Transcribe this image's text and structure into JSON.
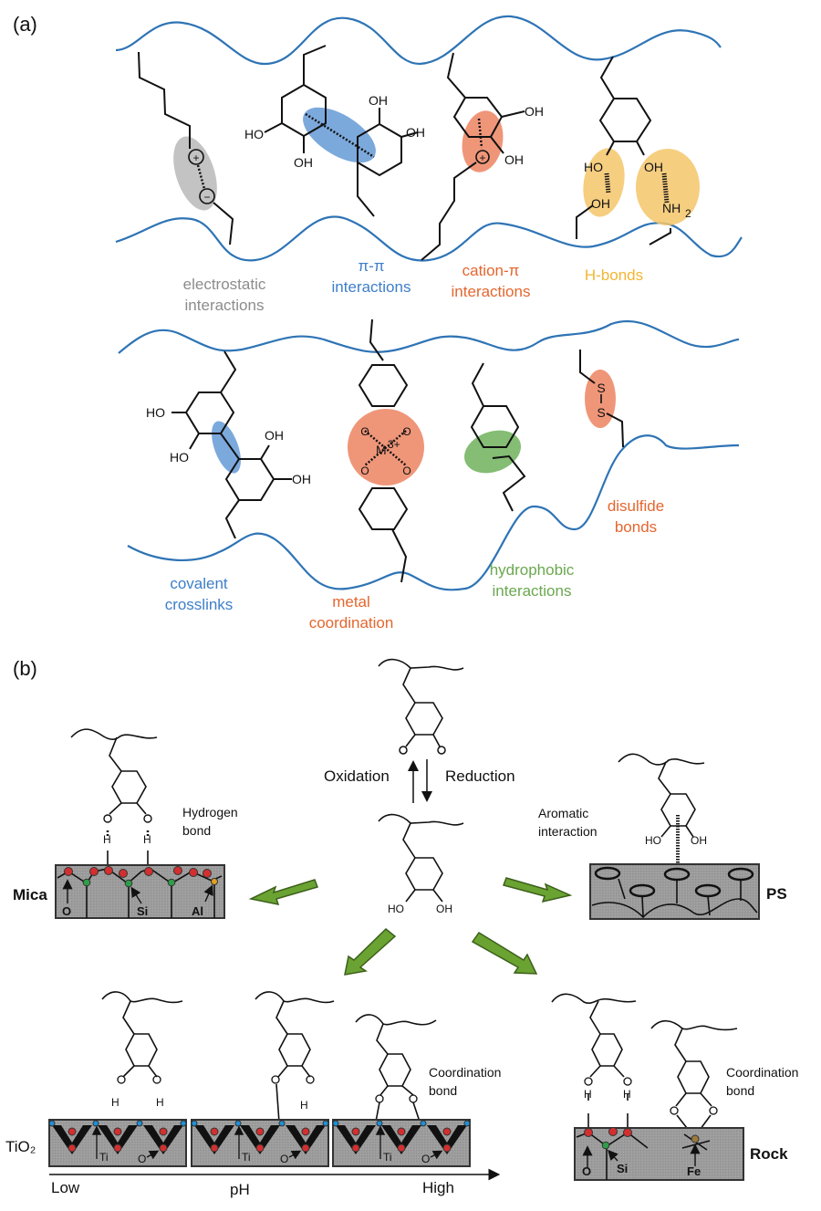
{
  "figure": {
    "panel_a": {
      "label": "(a)",
      "interactions": [
        {
          "id": "electrostatic",
          "line1": "electrostatic",
          "line2": "interactions",
          "color": "#8c8c8c",
          "highlight": "#b9b9b9"
        },
        {
          "id": "pi-pi",
          "line1": "π-π",
          "line2": "interactions",
          "color": "#3d7fc8",
          "highlight": "#5b93d3"
        },
        {
          "id": "cation-pi",
          "line1": "cation-π",
          "line2": "interactions",
          "color": "#e4662f",
          "highlight": "#ec8461"
        },
        {
          "id": "h-bonds",
          "line1": "H-bonds",
          "line2": "",
          "color": "#f2b632",
          "highlight": "#f5c66a"
        },
        {
          "id": "covalent",
          "line1": "covalent",
          "line2": "crosslinks",
          "color": "#3d7fc8",
          "highlight": "#5b93d3"
        },
        {
          "id": "metal",
          "line1": "metal",
          "line2": "coordination",
          "color": "#e4662f",
          "highlight": "#ec8461"
        },
        {
          "id": "hydrophobic",
          "line1": "hydrophobic",
          "line2": "interactions",
          "color": "#6aa84f",
          "highlight": "#6fb25a"
        },
        {
          "id": "disulfide",
          "line1": "disulfide",
          "line2": "bonds",
          "color": "#e4662f",
          "highlight": "#ec8461"
        }
      ],
      "atoms": {
        "oh": "OH",
        "ho": "HO",
        "nh2": "NH",
        "sub2": "2",
        "plus": "+",
        "minus": "−",
        "metal": "M",
        "metal_charge": "3+",
        "o": "O",
        "s": "S"
      }
    },
    "panel_b": {
      "label": "(b)",
      "redox": {
        "oxidation": "Oxidation",
        "reduction": "Reduction"
      },
      "annotations": {
        "hydrogen_bond_1": "Hydrogen",
        "hydrogen_bond_2": "bond",
        "aromatic_1": "Aromatic",
        "aromatic_2": "interaction",
        "coordination_1": "Coordination",
        "coordination_2": "bond"
      },
      "surfaces": {
        "mica": {
          "name": "Mica",
          "atoms": [
            "O",
            "Si",
            "Al"
          ]
        },
        "ps": {
          "name": "PS"
        },
        "tio2": {
          "name": "TiO₂",
          "atoms": [
            "Ti",
            "O"
          ]
        },
        "rock": {
          "name": "Rock",
          "atoms": [
            "O",
            "Si",
            "Fe"
          ]
        }
      },
      "ph_axis": {
        "low": "Low",
        "mid": "pH",
        "high": "High"
      },
      "atom_labels": {
        "h": "H",
        "o": "O",
        "ho": "HO",
        "oh": "OH"
      },
      "colors": {
        "oxygen": "#d32f2f",
        "silicon": "#2e9e48",
        "aluminum": "#e0a020",
        "titanium": "#1e90d8",
        "iron": "#9c7a3c",
        "arrow": "#6aa332",
        "surface": "#9a9a9a"
      }
    }
  }
}
